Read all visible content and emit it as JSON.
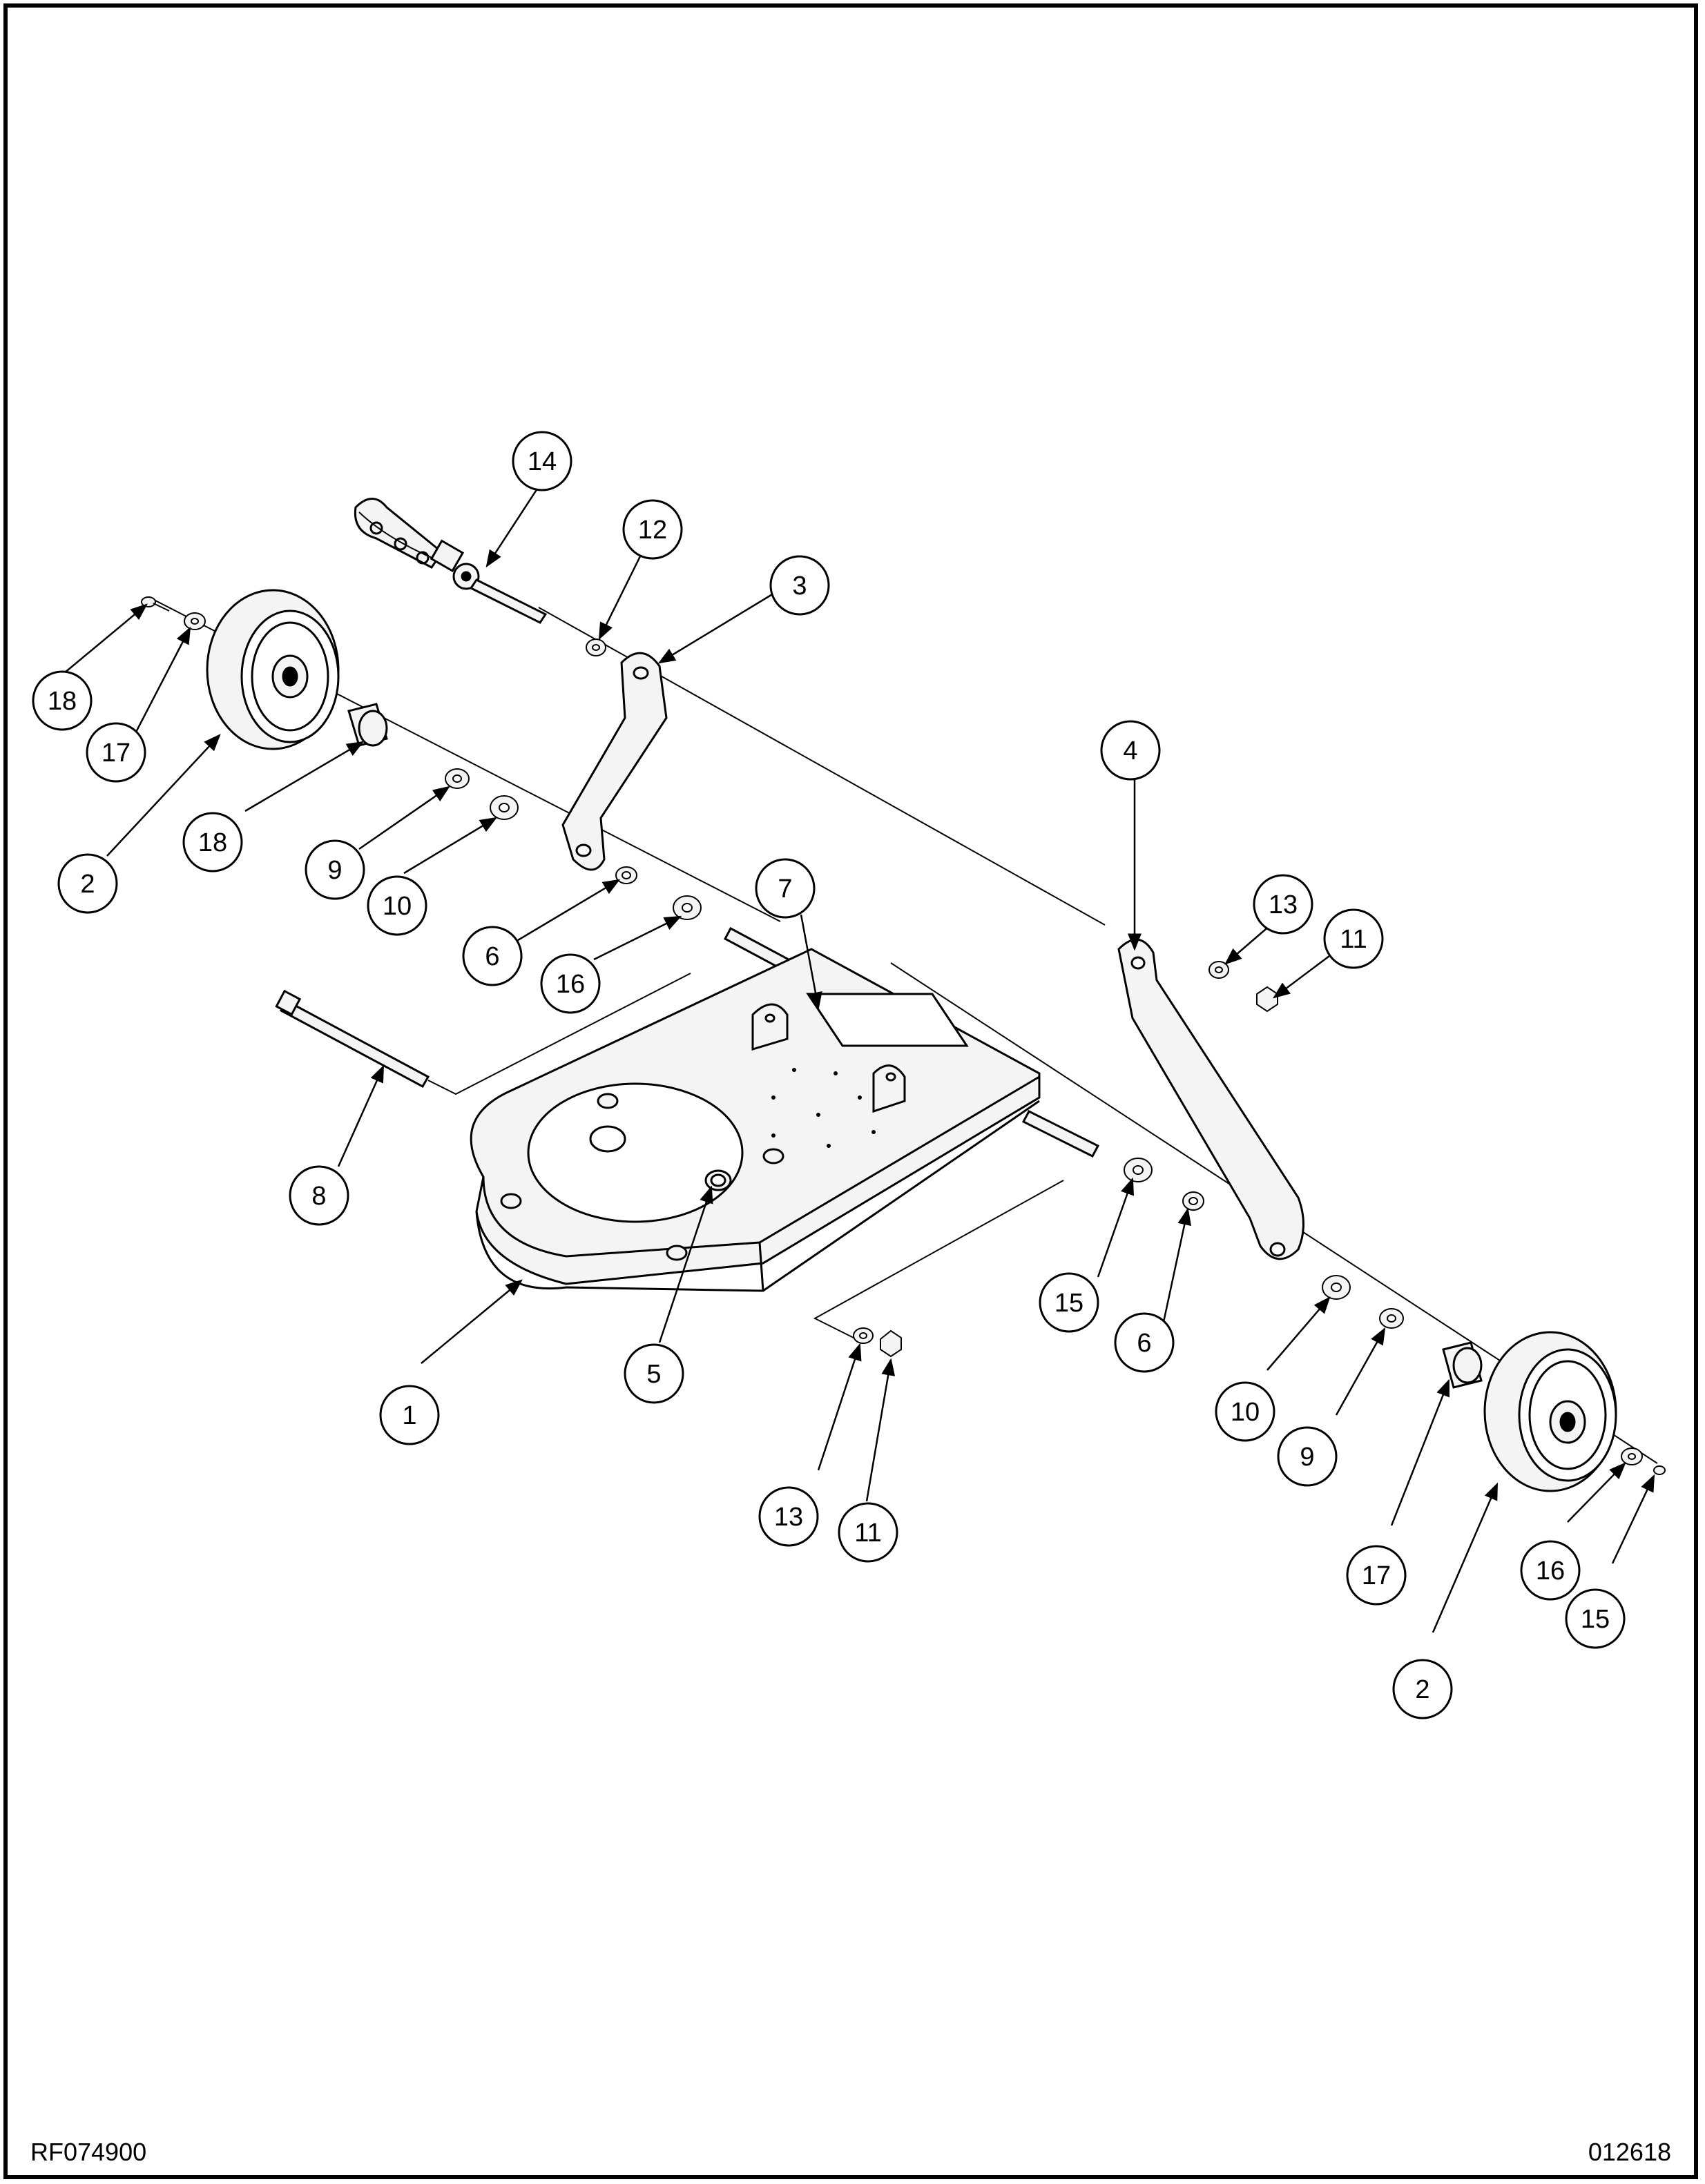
{
  "drawing": {
    "number": "RF074900",
    "date_code": "012618"
  },
  "callouts": [
    "1",
    "2",
    "2",
    "3",
    "4",
    "5",
    "6",
    "6",
    "7",
    "8",
    "9",
    "9",
    "10",
    "10",
    "11",
    "11",
    "12",
    "13",
    "13",
    "14",
    "15",
    "15",
    "16",
    "16",
    "17",
    "17",
    "18",
    "18"
  ],
  "colors": {
    "line": "#000000",
    "paper": "#ffffff",
    "part_fill": "#f4f4f4"
  }
}
